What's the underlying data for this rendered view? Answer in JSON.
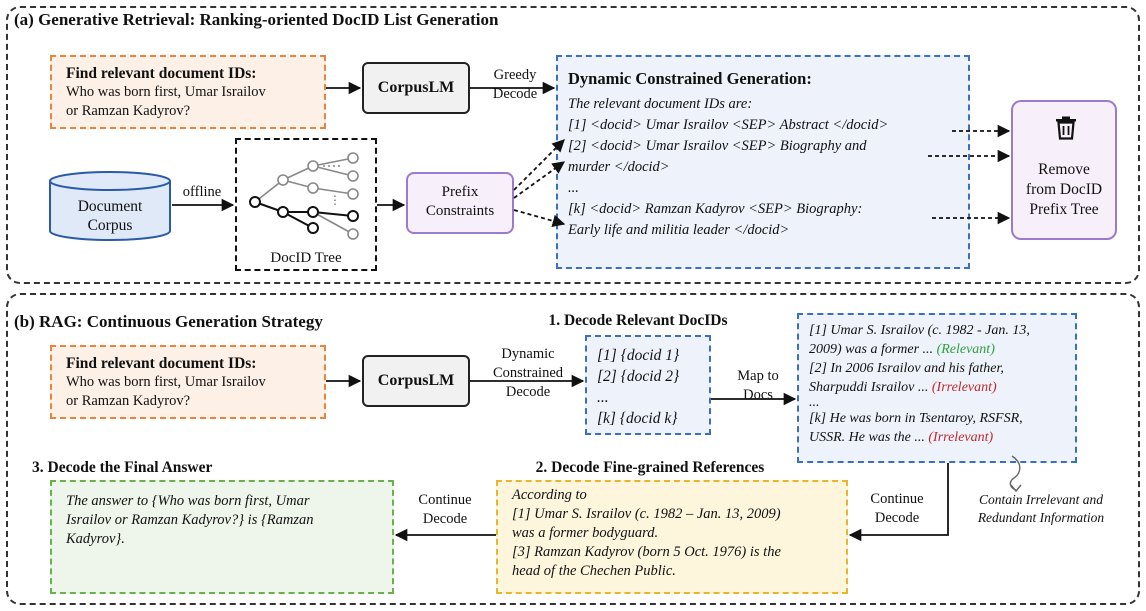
{
  "panel_a": {
    "title": "(a) Generative Retrieval: Ranking-oriented DocID List Generation",
    "query_heading": "Find relevant document IDs:",
    "query_line1": "Who was born first, Umar Israilov",
    "query_line2": "or Ramzan Kadyrov?",
    "model": "CorpusLM",
    "greedy_line1": "Greedy",
    "greedy_line2": "Decode",
    "offline": "offline",
    "corpus_line1": "Document",
    "corpus_line2": "Corpus",
    "tree_label": "DocID Tree",
    "prefix_line1": "Prefix",
    "prefix_line2": "Constraints",
    "dyn_title": "Dynamic Constrained Generation:",
    "dyn_intro": "The relevant document IDs are:",
    "dyn_l1": "[1] <docid> Umar Israilov <SEP> Abstract </docid>",
    "dyn_l2": "[2] <docid> Umar Israilov <SEP> Biography and",
    "dyn_l3": "murder </docid>",
    "dyn_l4": "...",
    "dyn_l5": "[k] <docid> Ramzan Kadyrov <SEP> Biography:",
    "dyn_l6": "Early life and militia leader </docid>",
    "remove_line1": "Remove",
    "remove_line2": "from DocID",
    "remove_line3": "Prefix Tree"
  },
  "panel_b": {
    "title": "(b) RAG: Continuous Generation Strategy",
    "query_heading": "Find relevant document IDs:",
    "query_line1": "Who was born first, Umar Israilov",
    "query_line2": "or Ramzan Kadyrov?",
    "model": "CorpusLM",
    "dcd_line1": "Dynamic",
    "dcd_line2": "Constrained",
    "dcd_line3": "Decode",
    "step1_title": "1. Decode Relevant DocIDs",
    "docid_l1": "[1] {docid 1}",
    "docid_l2": "[2] {docid 2}",
    "docid_l3": "...",
    "docid_l4": "[k] {docid k}",
    "map_line1": "Map to",
    "map_line2": "Docs",
    "docs_l1": "[1] Umar S. Israilov (c. 1982 - Jan. 13,",
    "docs_l2a": "2009) was a former ... ",
    "docs_l2b": "(Relevant)",
    "docs_l3": "[2] In 2006 Israilov and his father,",
    "docs_l4a": "Sharpuddi Israilov ... ",
    "docs_l4b": "(Irrelevant)",
    "docs_l5": "...",
    "docs_l6": "[k] He was born in Tsentaroy, RSFSR,",
    "docs_l7a": "USSR. He was the ... ",
    "docs_l7b": "(Irrelevant)",
    "note_line1": "Contain Irrelevant and",
    "note_line2": "Redundant Information",
    "continue1_line1": "Continue",
    "continue1_line2": "Decode",
    "step2_title": "2. Decode Fine-grained References",
    "ref_l1": "According to",
    "ref_l2": "[1] Umar S. Israilov (c. 1982 – Jan. 13, 2009)",
    "ref_l3": "was a former bodyguard.",
    "ref_l4": "[3] Ramzan Kadyrov (born 5 Oct. 1976) is the",
    "ref_l5": "head of the Chechen Public.",
    "continue2_line1": "Continue",
    "continue2_line2": "Decode",
    "step3_title": "3. Decode the Final Answer",
    "ans_l1": "The answer to {Who was born first, Umar",
    "ans_l2": "Israilov or Ramzan Kadyrov?} is {Ramzan",
    "ans_l3": "Kadyrov}."
  },
  "icons": {
    "trash": "trash-icon",
    "database": "database-icon",
    "tree": "tree-icon"
  },
  "colors": {
    "orange": "#e8843c",
    "blue": "#3a6fc4",
    "purple": "#9a7bd0",
    "yellow": "#e9b52a",
    "green": "#6ab04c",
    "relevant": "#2e9e3e",
    "irrelevant": "#c0282e"
  }
}
